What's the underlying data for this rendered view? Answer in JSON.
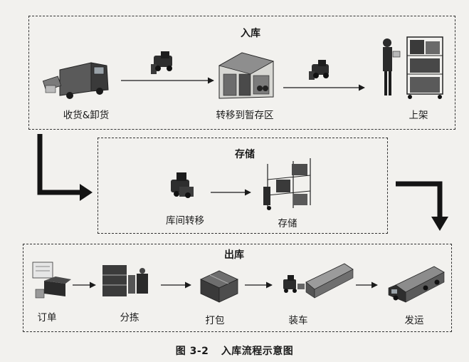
{
  "sections": {
    "inbound": {
      "title": "入库",
      "steps": [
        "收货&卸货",
        "转移到暂存区",
        "上架"
      ]
    },
    "storage": {
      "title": "存储",
      "steps": [
        "库间转移",
        "存储"
      ]
    },
    "outbound": {
      "title": "出库",
      "steps": [
        "订单",
        "分拣",
        "打包",
        "装车",
        "发运"
      ]
    }
  },
  "caption": {
    "number": "图 3-2",
    "title": "入库流程示意图"
  },
  "colors": {
    "background": "#f2f1ee",
    "line": "#1b1b1b",
    "equipment_dark": "#2e2e2e"
  },
  "icons": [
    "truck-unload-icon",
    "forklift-icon",
    "warehouse-icon",
    "worker-shelf-icon",
    "stacker-forklift-icon",
    "rack-storage-icon",
    "order-printer-icon",
    "picking-rack-icon",
    "package-box-icon",
    "loading-truck-icon",
    "delivery-truck-icon"
  ]
}
